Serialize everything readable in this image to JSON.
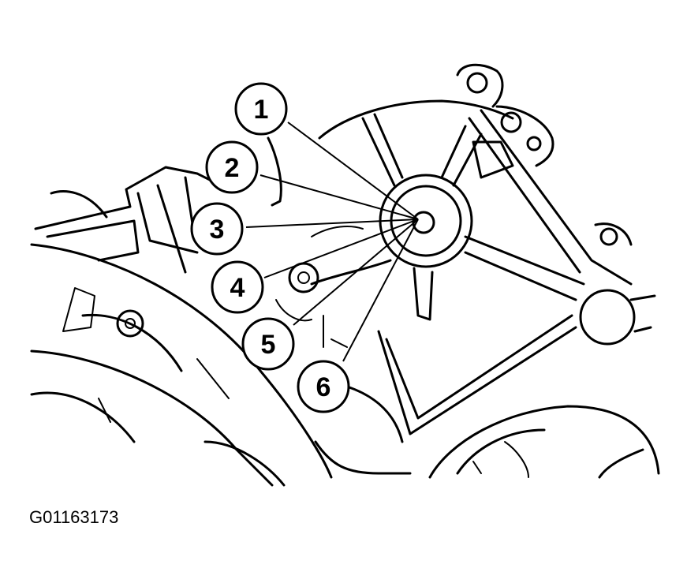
{
  "figure": {
    "id": "G01163173"
  },
  "callouts": [
    "1",
    "2",
    "3",
    "4",
    "5",
    "6"
  ]
}
